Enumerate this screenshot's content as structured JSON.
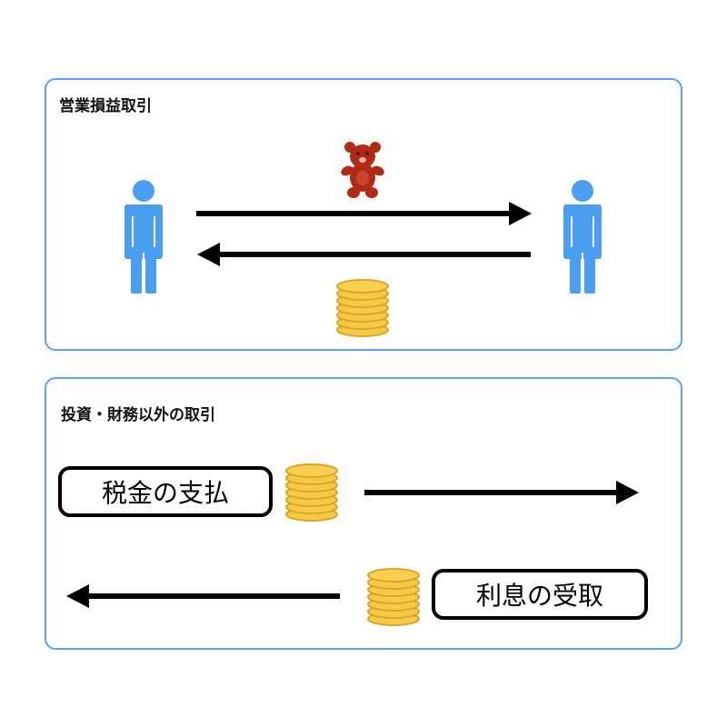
{
  "panels": {
    "operating": {
      "title": "営業損益取引"
    },
    "other": {
      "title": "投資・財務以外の取引"
    }
  },
  "labels": {
    "tax_payment": "税金の支払",
    "interest_receipt": "利息の受取"
  },
  "colors": {
    "panel_border": "#5aa3ee",
    "person": "#4a9ff0",
    "bear": "#b02a14",
    "coin_face": "#f6c945",
    "coin_edge": "#d9a52a",
    "arrow": "#000000"
  },
  "icons": [
    "person-icon",
    "teddy-bear-icon",
    "coin-stack-icon"
  ]
}
